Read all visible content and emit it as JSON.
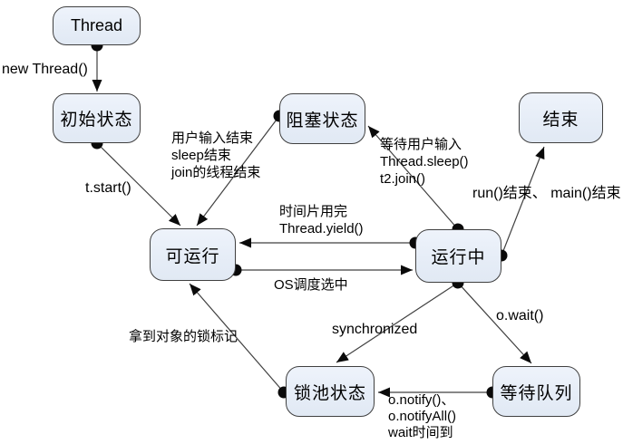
{
  "diagram": {
    "nodes": {
      "thread": {
        "label": "Thread"
      },
      "initial": {
        "label": "初始状态"
      },
      "blocked": {
        "label": "阻塞状态"
      },
      "end": {
        "label": "结束"
      },
      "runnable": {
        "label": "可运行"
      },
      "running": {
        "label": "运行中"
      },
      "lock_pool": {
        "label": "锁池状态"
      },
      "wait_queue": {
        "label": "等待队列"
      }
    },
    "edge_labels": {
      "new_thread": "new Thread()",
      "t_start": "t.start()",
      "blocked_release": [
        "用户输入结束",
        "sleep结束",
        "join的线程结束"
      ],
      "to_blocked": [
        "等待用户输入",
        "Thread.sleep()",
        "t2.join()"
      ],
      "to_end": "run()结束、 main()结束",
      "yield": [
        "时间片用完",
        "Thread.yield()"
      ],
      "os_select": "OS调度选中",
      "synchronized": "synchronized",
      "o_wait": "o.wait()",
      "lock_acquired": "拿到对象的锁标记",
      "notify": [
        "o.notify()、",
        "o.notifyAll()",
        "wait时间到"
      ]
    },
    "colors": {
      "background": "#ffffff",
      "node_fill": "#e8eef7",
      "node_border": "#404040",
      "edge_line": "#404040",
      "arrow_and_dot": "#0a0a0a",
      "text": "#000000"
    }
  }
}
